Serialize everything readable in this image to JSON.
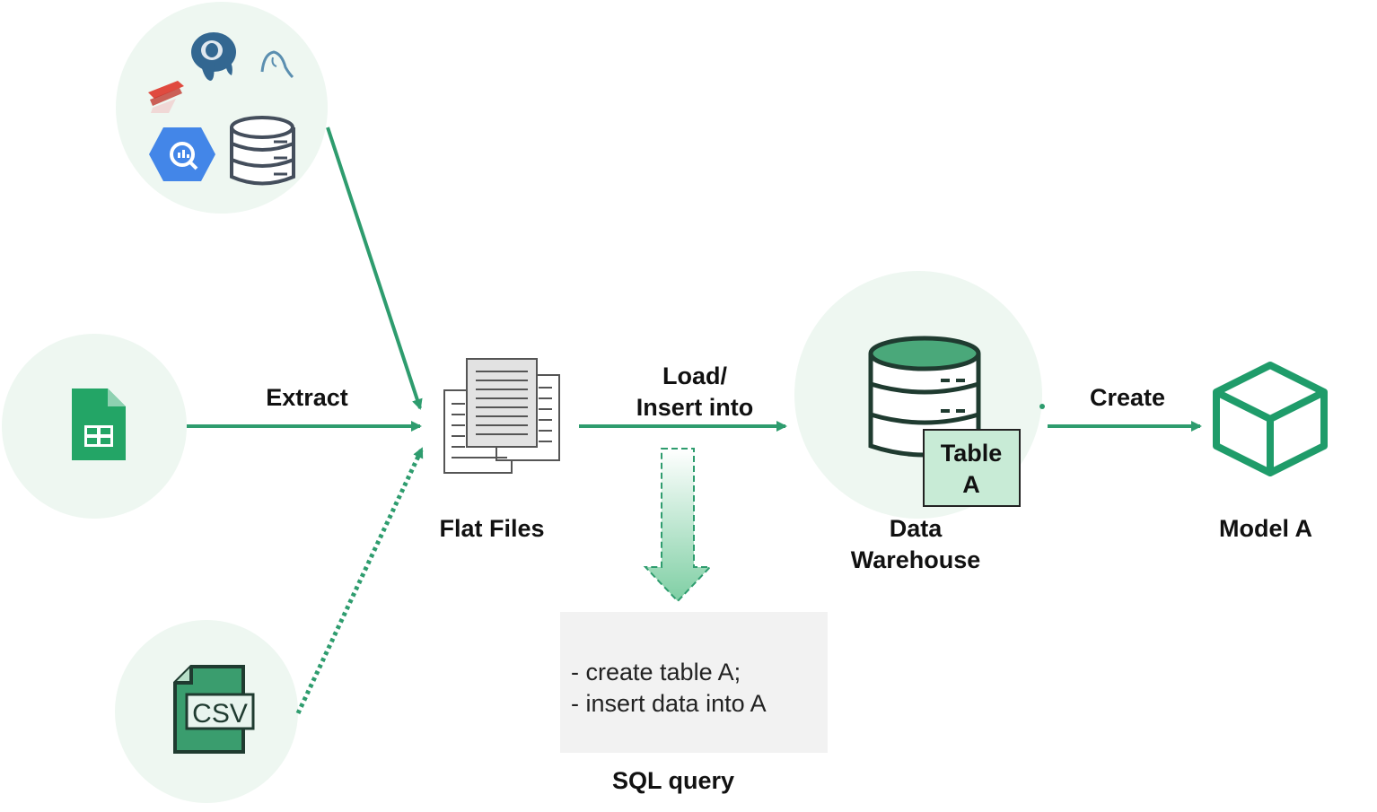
{
  "labels": {
    "extract": "Extract",
    "load_line1": "Load/",
    "load_line2": "Insert into",
    "create": "Create",
    "flat_files": "Flat Files",
    "warehouse_line1": "Data",
    "warehouse_line2": "Warehouse",
    "model": "Model A",
    "sql_query": "SQL query"
  },
  "table_badge": {
    "line1": "Table",
    "line2": "A"
  },
  "sql_box": {
    "lines": [
      "- create table A;",
      "- insert data into A"
    ]
  },
  "icons": {
    "sources": [
      "redis-icon",
      "postgresql-icon",
      "mysql-icon",
      "bigquery-icon",
      "database-icon"
    ],
    "sheets": "google-sheets-icon",
    "csv": "csv-file-icon",
    "flat_files": "flat-files-icon",
    "warehouse": "data-warehouse-icon",
    "model": "cube-model-icon"
  },
  "colors": {
    "accent_green": "#2e9c6e",
    "circle_bg": "#eef7f1",
    "badge_bg": "#c8ebd6",
    "sql_box_bg": "#f2f2f2"
  }
}
